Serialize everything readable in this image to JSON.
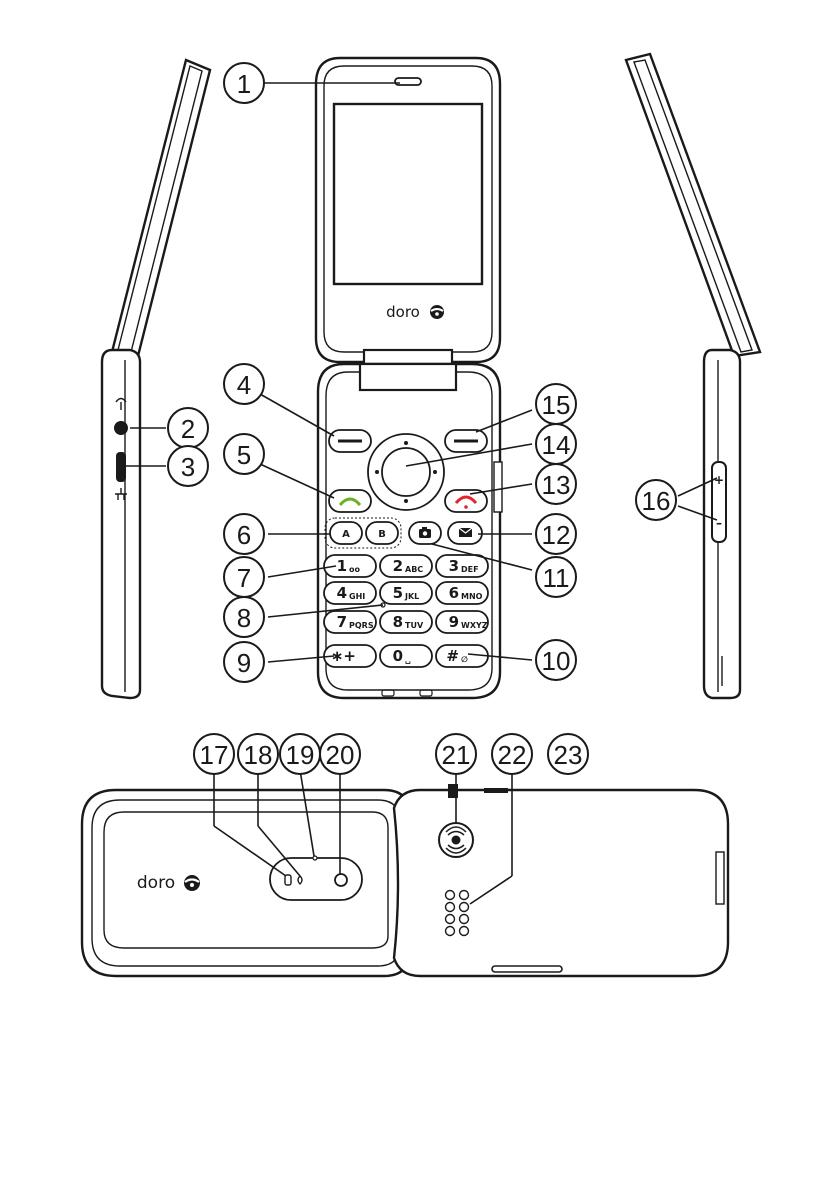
{
  "brand": {
    "name": "doro"
  },
  "colors": {
    "green_call": "#6ab023",
    "red_end": "#e3262b",
    "ink": "#1a1a1a"
  },
  "keypad": {
    "selection_keys": [
      "A",
      "B"
    ],
    "keys": [
      {
        "main": "1",
        "sub": "οο"
      },
      {
        "main": "2",
        "sub": "ABC"
      },
      {
        "main": "3",
        "sub": "DEF"
      },
      {
        "main": "4",
        "sub": "GHI"
      },
      {
        "main": "5",
        "sub": "JKL"
      },
      {
        "main": "6",
        "sub": "MNO"
      },
      {
        "main": "7",
        "sub": "PQRS"
      },
      {
        "main": "8",
        "sub": "TUV"
      },
      {
        "main": "9",
        "sub": "WXYZ"
      },
      {
        "main": "∗+",
        "sub": ""
      },
      {
        "main": "0",
        "sub": "␣"
      },
      {
        "main": "#",
        "sub": "∅"
      }
    ]
  },
  "callouts": [
    "1",
    "2",
    "3",
    "4",
    "5",
    "6",
    "7",
    "8",
    "9",
    "10",
    "11",
    "12",
    "13",
    "14",
    "15",
    "16",
    "17",
    "18",
    "19",
    "20",
    "21",
    "22",
    "23"
  ],
  "side_buttons": {
    "volume_up": "+",
    "volume_down": "–"
  }
}
